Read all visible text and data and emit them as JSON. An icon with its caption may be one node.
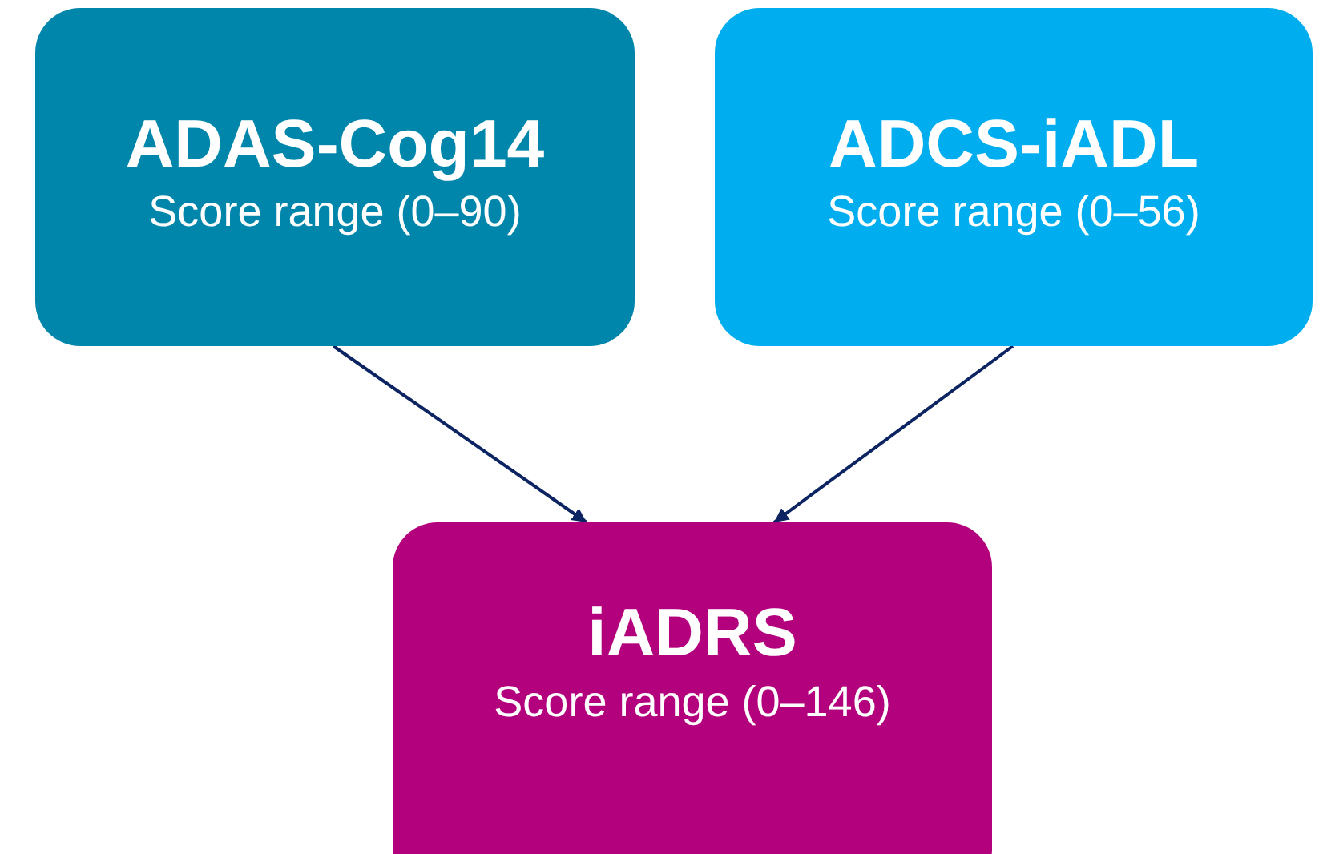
{
  "diagram": {
    "nodes": [
      {
        "text": [
          "ADAS-Cog14",
          "Score range (0–90)"
        ]
      },
      {
        "text": [
          "ADCS-iADL",
          "Score range (0–56)"
        ]
      },
      {
        "text": [
          "iADRS",
          "Score range (0–146)"
        ]
      }
    ],
    "edges": [
      {
        "from": 0,
        "to": 2,
        "arrow": "to"
      },
      {
        "from": 1,
        "to": 2,
        "arrow": "to"
      }
    ]
  }
}
